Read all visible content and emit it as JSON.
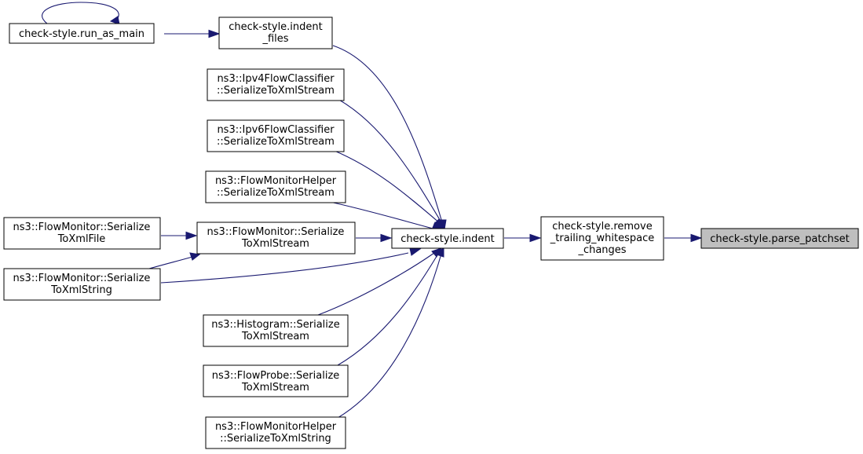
{
  "nodes": {
    "run_as_main": {
      "lines": [
        "check-style.run_as_main"
      ]
    },
    "indent_files": {
      "lines": [
        "check-style.indent",
        "_files"
      ]
    },
    "ipv4": {
      "lines": [
        "ns3::Ipv4FlowClassifier",
        "::SerializeToXmlStream"
      ]
    },
    "ipv6": {
      "lines": [
        "ns3::Ipv6FlowClassifier",
        "::SerializeToXmlStream"
      ]
    },
    "fmh_stream": {
      "lines": [
        "ns3::FlowMonitorHelper",
        "::SerializeToXmlStream"
      ]
    },
    "fm_file": {
      "lines": [
        "ns3::FlowMonitor::Serialize",
        "ToXmlFile"
      ]
    },
    "fm_stream": {
      "lines": [
        "ns3::FlowMonitor::Serialize",
        "ToXmlStream"
      ]
    },
    "fm_string": {
      "lines": [
        "ns3::FlowMonitor::Serialize",
        "ToXmlString"
      ]
    },
    "indent": {
      "lines": [
        "check-style.indent"
      ]
    },
    "remove_ws": {
      "lines": [
        "check-style.remove",
        "_trailing_whitespace",
        "_changes"
      ]
    },
    "parse_patchset": {
      "lines": [
        "check-style.parse_patchset"
      ]
    },
    "histogram": {
      "lines": [
        "ns3::Histogram::Serialize",
        "ToXmlStream"
      ]
    },
    "flowprobe": {
      "lines": [
        "ns3::FlowProbe::Serialize",
        "ToXmlStream"
      ]
    },
    "fmh_string": {
      "lines": [
        "ns3::FlowMonitorHelper",
        "::SerializeToXmlString"
      ]
    }
  },
  "colors": {
    "edge": "#191970",
    "highlight_fill": "#bfbfbf",
    "node_fill": "#ffffff",
    "node_border": "#000000"
  }
}
